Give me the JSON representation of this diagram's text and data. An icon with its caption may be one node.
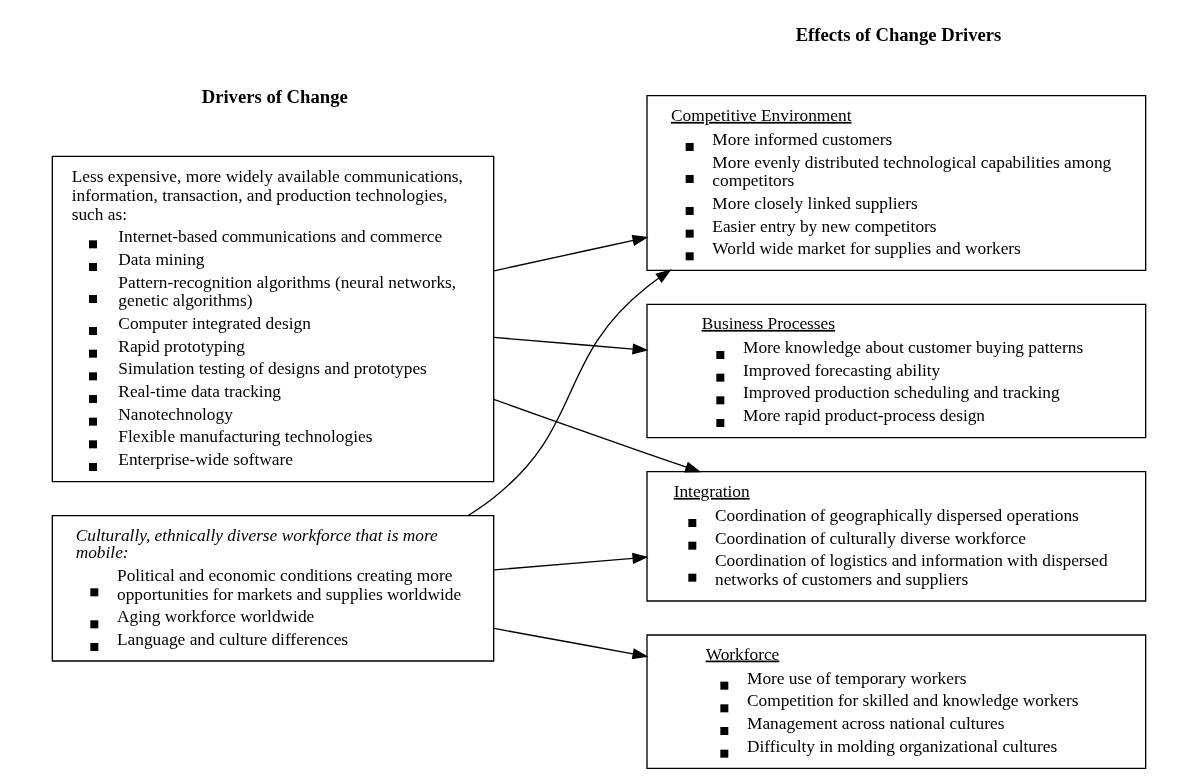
{
  "diagram": {
    "nodes": [
      {
        "text": [
          "Less expensive, more widely available communications, information, transaction, and production technologies, such as:",
          "Internet-based communications and commerce",
          "Data mining",
          "Pattern-recognition algorithms (neural networks, genetic algorithms)",
          "Computer integrated design",
          "Rapid prototyping",
          "Simulation testing of designs and prototypes",
          "Real-time data tracking",
          "Nanotechnology",
          "Flexible manufacturing technologies",
          "Enterprise-wide software"
        ]
      },
      {
        "text": [
          "Culturally, ethnically diverse workforce that is more mobile:",
          "Political and economic conditions creating more opportunities for markets and supplies worldwide",
          "Aging workforce worldwide",
          "Language and culture differences"
        ]
      },
      {
        "text": [
          "Competitive Environment",
          "More informed customers",
          "More evenly distributed technological capabilities among competitors",
          "More closely linked suppliers",
          "Easier entry by new competitors",
          "World wide market for supplies and workers"
        ]
      },
      {
        "text": [
          "Business Processes",
          "More knowledge about customer buying patterns",
          "Improved forecasting ability",
          "Improved production scheduling and tracking",
          "More rapid product-process design"
        ]
      },
      {
        "text": [
          "Integration",
          "Coordination of geographically dispersed operations",
          "Coordination of culturally diverse workforce",
          "Coordination of logistics and information with dispersed networks of customers and suppliers"
        ]
      },
      {
        "text": [
          "Workforce",
          "More use of temporary workers",
          "Competition for skilled and knowledge workers",
          "Management across national cultures",
          "Difficulty in molding organizational cultures"
        ]
      }
    ],
    "edges": [
      {
        "from": 0,
        "to": 2,
        "arrow": "to"
      },
      {
        "from": 0,
        "to": 3,
        "arrow": "to"
      },
      {
        "from": 0,
        "to": 4,
        "arrow": "to"
      },
      {
        "from": 1,
        "to": 2,
        "arrow": "to"
      },
      {
        "from": 1,
        "to": 4,
        "arrow": "to"
      },
      {
        "from": 1,
        "to": 5,
        "arrow": "to"
      }
    ],
    "labels": [
      "Drivers of Change",
      "Effects of Change Drivers"
    ]
  }
}
